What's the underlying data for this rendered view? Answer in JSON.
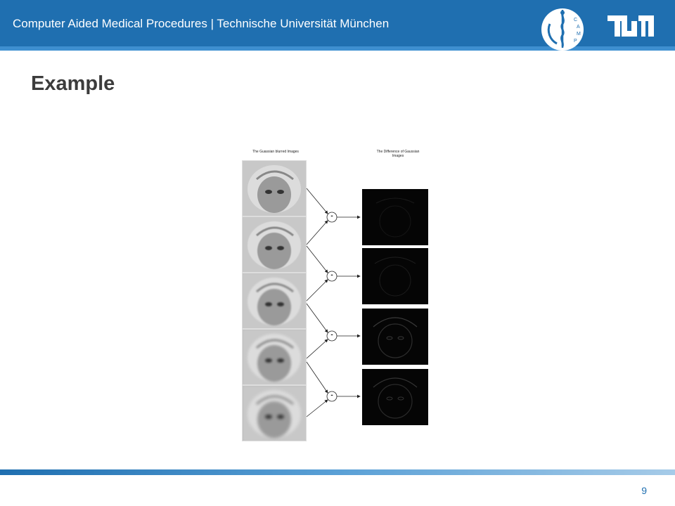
{
  "header": {
    "title": "Computer Aided Medical Procedures | Technische Universität München",
    "camp_logo_text": "CAMP",
    "tum_logo_text": "TUM"
  },
  "slide": {
    "title": "Example"
  },
  "figure": {
    "label_left": "The Guassian blurred Images",
    "label_right_line1": "The Difference of Gaussian",
    "label_right_line2": "Images",
    "operator_symbol": "-",
    "blurred_image_count": 5,
    "dog_image_count": 4
  },
  "footer": {
    "page_number": "9"
  },
  "colors": {
    "header_blue": "#1f6fb0",
    "title_gray": "#3c3c3c"
  }
}
